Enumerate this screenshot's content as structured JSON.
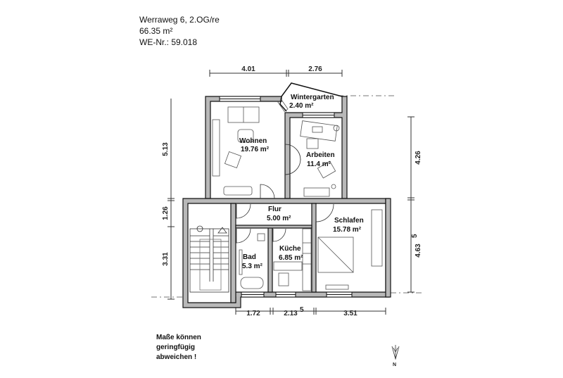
{
  "header": {
    "address": "Werraweg 6, 2.OG/re",
    "area": "66.35 m²",
    "unit_number": "WE-Nr.: 59.018"
  },
  "rooms": [
    {
      "name": "Wohnen",
      "area": "19.76 m²"
    },
    {
      "name": "Wintergarten",
      "area": "2.40 m²"
    },
    {
      "name": "Arbeiten",
      "area": "11.4 m²"
    },
    {
      "name": "Flur",
      "area": "5.00 m²"
    },
    {
      "name": "Schlafen",
      "area": "15.78 m²"
    },
    {
      "name": "Bad",
      "area": "5.3 m²"
    },
    {
      "name": "Küche",
      "area": "6.85 m²"
    }
  ],
  "dimensions": {
    "top": [
      "4.01",
      "2.76"
    ],
    "bottom": [
      {
        "value": "1.72",
        "sup": ""
      },
      {
        "value": "2.13",
        "sup": "5"
      },
      {
        "value": "3.51",
        "sup": ""
      }
    ],
    "left": [
      "5.13",
      "1.26",
      "3.31"
    ],
    "right": [
      {
        "value": "4.26",
        "sup": ""
      },
      {
        "value": "4.63",
        "sup": "5"
      }
    ]
  },
  "disclaimer": [
    "Maße können",
    "geringfügig",
    "abweichen !"
  ],
  "north_arrow": {
    "label": "N",
    "icon": "north-arrow-icon"
  },
  "colors": {
    "wall_fill": "#b8b8b8",
    "wall_stroke": "#111111",
    "dim_line": "#333333",
    "furniture": "#555555"
  }
}
